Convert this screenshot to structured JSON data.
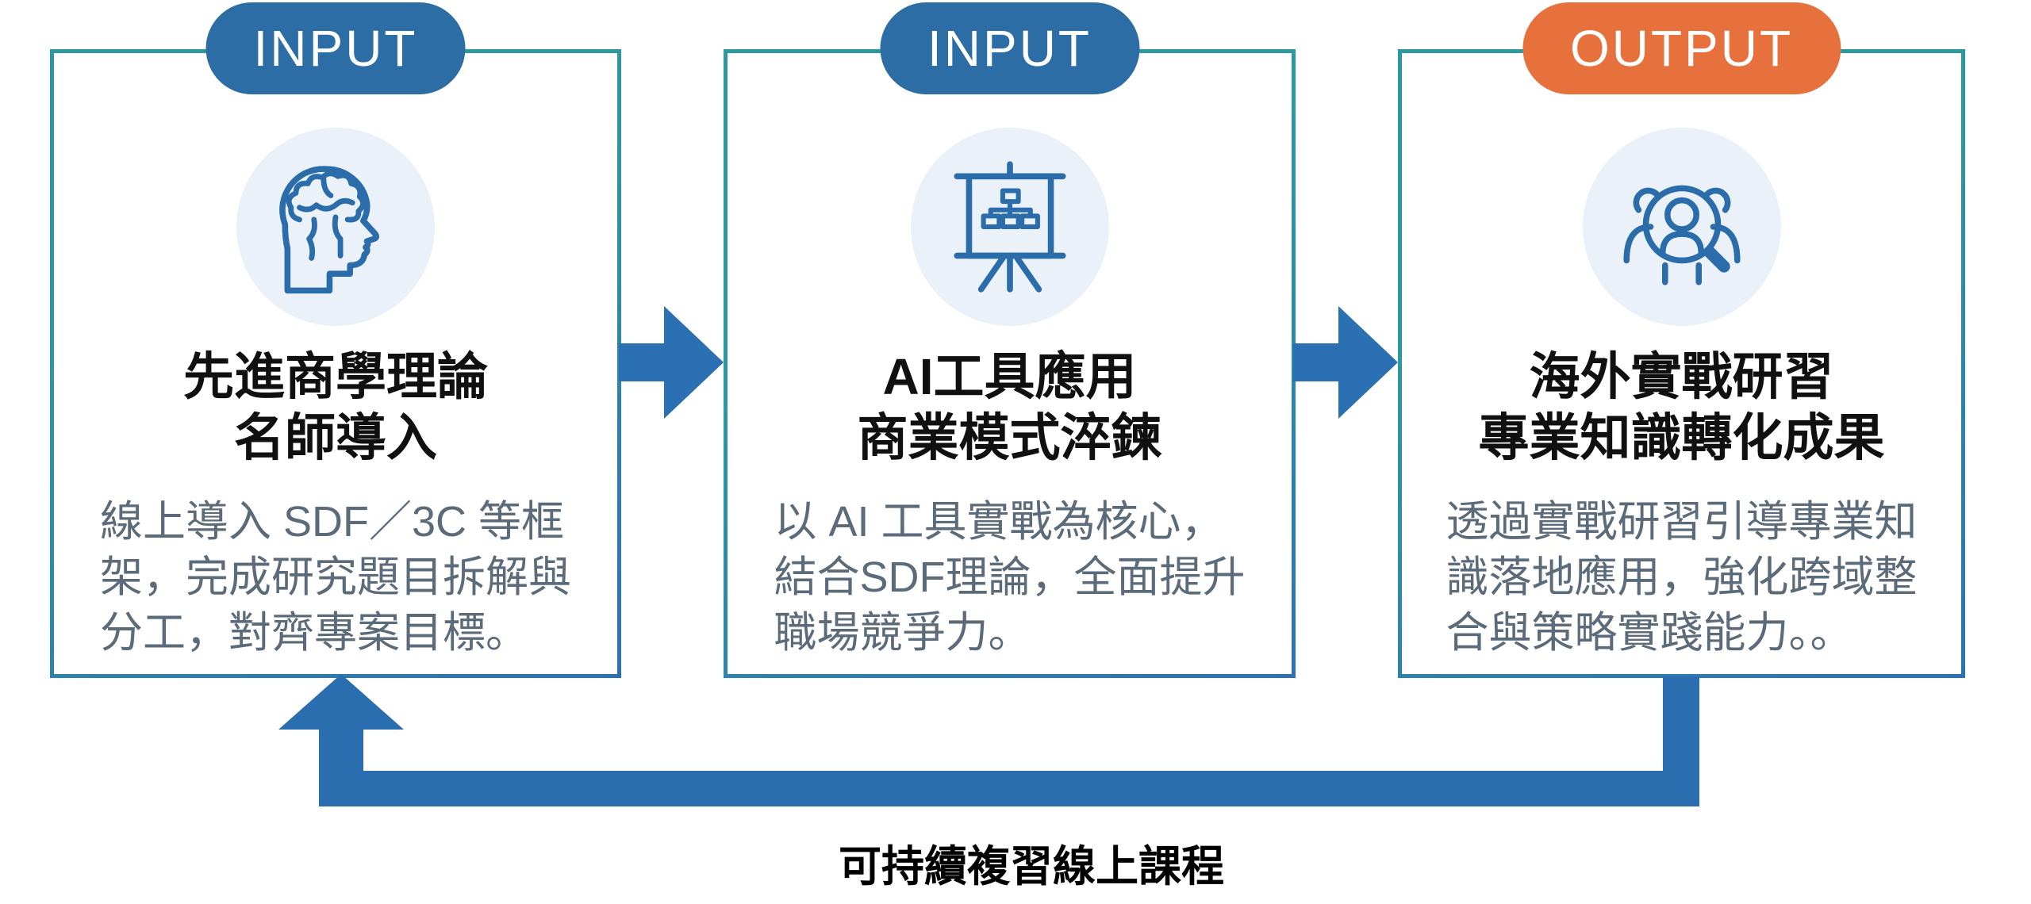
{
  "diagram": {
    "cards": [
      {
        "badge": "INPUT",
        "icon": "head-brain-icon",
        "title_lines": [
          "先進商學理論",
          "名師導入"
        ],
        "body_lines": [
          "線上導入 SDF／3C 等框",
          "架，完成研究題目拆解與",
          "分工，對齊專案目標。"
        ]
      },
      {
        "badge": "INPUT",
        "icon": "presentation-orgchart-icon",
        "title_lines": [
          "AI工具應用",
          "商業模式淬鍊"
        ],
        "body_lines": [
          "以 AI 工具實戰為核心，",
          "結合SDF理論，全面提升",
          "職場競爭力。"
        ]
      },
      {
        "badge": "OUTPUT",
        "icon": "people-magnifier-icon",
        "title_lines": [
          "海外實戰研習",
          "專業知識轉化成果"
        ],
        "body_lines": [
          "透過實戰研習引導專業知",
          "識落地應用，強化跨域整",
          "合與策略實踐能力。。"
        ]
      }
    ],
    "loop_label": "可持續複習線上課程",
    "colors": {
      "badge_input": "#2d6da5",
      "badge_output": "#e6713c",
      "flow_arrow": "#2b70b2",
      "loop_arrow": "#2b6eb0",
      "card_border_teal": "#2e98a0",
      "card_border_blue": "#2b72b4",
      "icon_stroke": "#2b6cab",
      "icon_background": "#ebf1f8",
      "title_text": "#101010",
      "body_text": "#5c6b7a"
    }
  }
}
